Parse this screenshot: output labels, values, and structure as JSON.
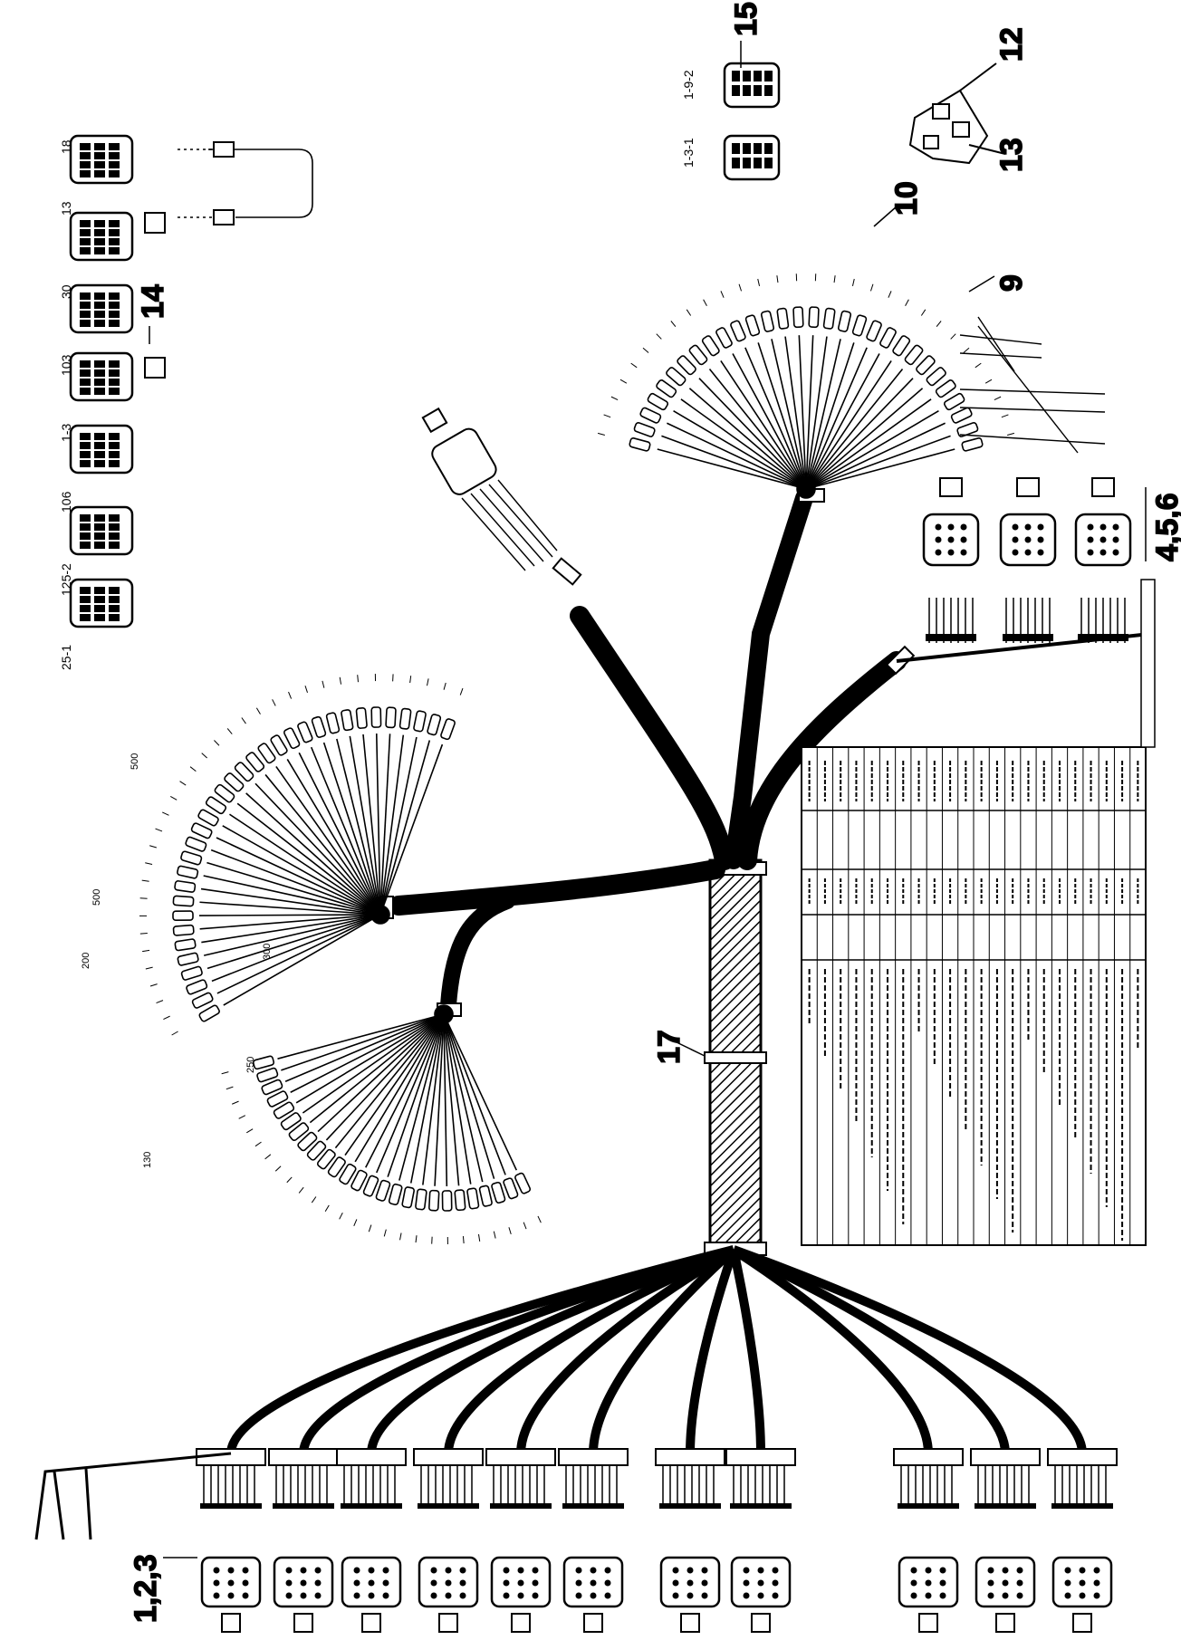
{
  "callouts": {
    "c15": "15",
    "c12": "12",
    "c13": "13",
    "c10": "10",
    "c9": "9",
    "c14": "14",
    "c17": "17",
    "c456": "4,5,6",
    "c123": "1,2,3"
  },
  "top_connector_labels": [
    "25-1",
    "125-2",
    "106",
    "1-3",
    "103",
    "30",
    "13",
    "18"
  ],
  "top_right_labels": [
    "1-3-1",
    "1-9-2"
  ],
  "length_labels": [
    "500",
    "500",
    "200",
    "130",
    "250",
    "300"
  ],
  "colors": {
    "ink": "#000000",
    "paper": "#ffffff"
  }
}
